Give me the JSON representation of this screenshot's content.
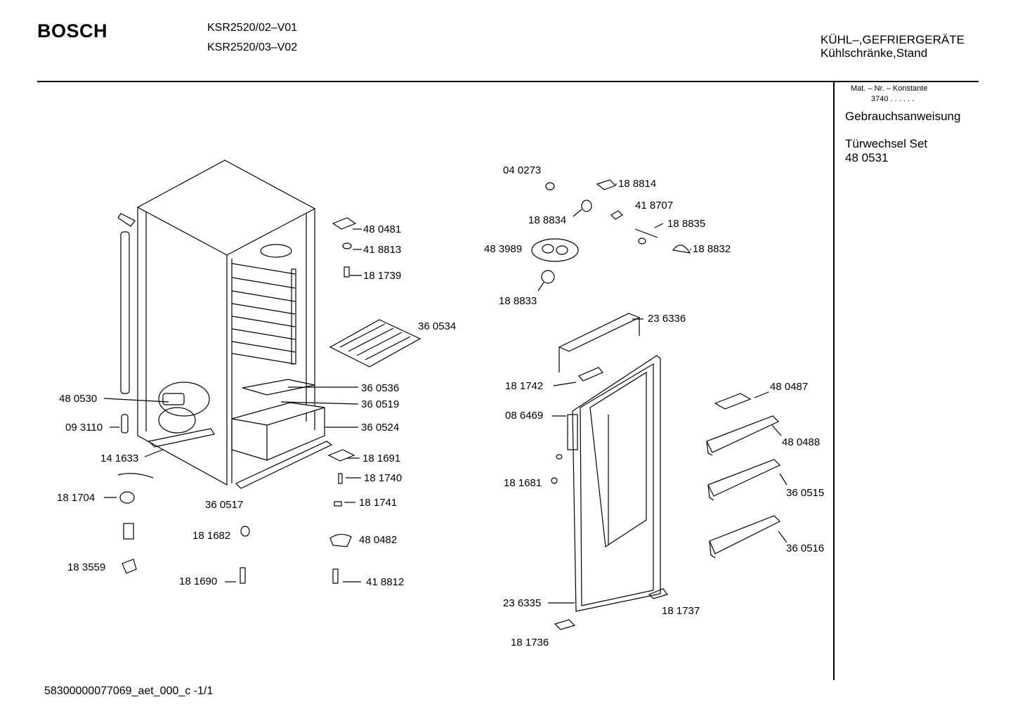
{
  "header": {
    "brand": "BOSCH",
    "models": [
      "KSR2520/02–V01",
      "KSR2520/03–V02"
    ],
    "category": [
      "KÜHL–,GEFRIERGERÄTE",
      "Kühlschränke,Stand"
    ]
  },
  "sidebar": {
    "mat_heading": "Mat. – Nr. – Konstante",
    "mat_value": "3740  .  .    .  .  .  .",
    "items": [
      {
        "label": "Gebrauchsanweisung"
      },
      {
        "label": "Türwechsel Set",
        "number": "48 0531"
      }
    ]
  },
  "footer": {
    "doc_id": "58300000077069_aet_000_c   -1/1"
  },
  "parts": [
    {
      "id": "48 0481"
    },
    {
      "id": "41 8813"
    },
    {
      "id": "18 1739"
    },
    {
      "id": "36 0534"
    },
    {
      "id": "36 0536"
    },
    {
      "id": "36 0519"
    },
    {
      "id": "36 0524"
    },
    {
      "id": "48 0530"
    },
    {
      "id": "09 3110"
    },
    {
      "id": "14 1633"
    },
    {
      "id": "18 1704"
    },
    {
      "id": "36 0517"
    },
    {
      "id": "18 1691"
    },
    {
      "id": "18 1740"
    },
    {
      "id": "18 1741"
    },
    {
      "id": "18 1682"
    },
    {
      "id": "48 0482"
    },
    {
      "id": "18 3559"
    },
    {
      "id": "18 1690"
    },
    {
      "id": "41 8812"
    },
    {
      "id": "04 0273"
    },
    {
      "id": "18 8814"
    },
    {
      "id": "41 8707"
    },
    {
      "id": "18 8834"
    },
    {
      "id": "18 8835"
    },
    {
      "id": "48 3989"
    },
    {
      "id": "18 8832"
    },
    {
      "id": "18 8833"
    },
    {
      "id": "23 6336"
    },
    {
      "id": "18 1742"
    },
    {
      "id": "48 0487"
    },
    {
      "id": "08 6469"
    },
    {
      "id": "48 0488"
    },
    {
      "id": "18 1681"
    },
    {
      "id": "36 0515"
    },
    {
      "id": "36 0516"
    },
    {
      "id": "23 6335"
    },
    {
      "id": "18 1737"
    },
    {
      "id": "18 1736"
    }
  ]
}
